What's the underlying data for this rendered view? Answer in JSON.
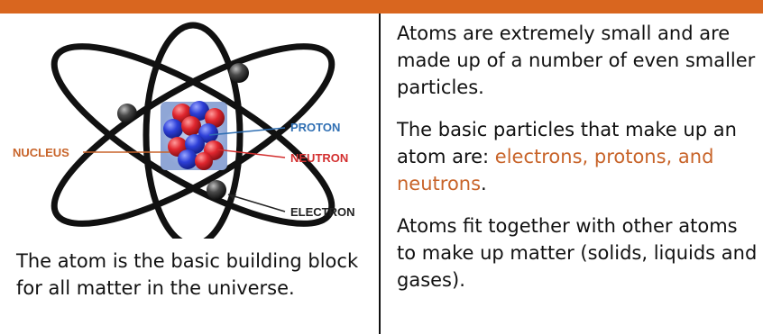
{
  "header": {
    "bar_color": "#d9661f"
  },
  "diagram": {
    "labels": {
      "nucleus": "NUCLEUS",
      "proton": "PROTON",
      "neutron": "NEUTRON",
      "electron": "ELECTRON"
    },
    "colors": {
      "nucleus_label": "#c8642a",
      "proton_label": "#2f6fb3",
      "neutron_label": "#d32f2f",
      "electron_label": "#222222",
      "proton_particle": "#2d3fd8",
      "neutron_particle": "#e0262e",
      "nucleus_background": "#8fa6d6"
    },
    "caption": "The atom is the basic building block for all matter in the universe."
  },
  "right_column": {
    "p1": "Atoms are extremely small and are made up of a number of even smaller particles.",
    "p2_prefix": "The basic particles that make up an atom are: ",
    "p2_highlight": "electrons, protons, and neutrons",
    "p2_suffix": ".",
    "p3": "Atoms fit together with other atoms to make up matter (solids, liquids and gases).",
    "highlight_color": "#c8642a"
  }
}
